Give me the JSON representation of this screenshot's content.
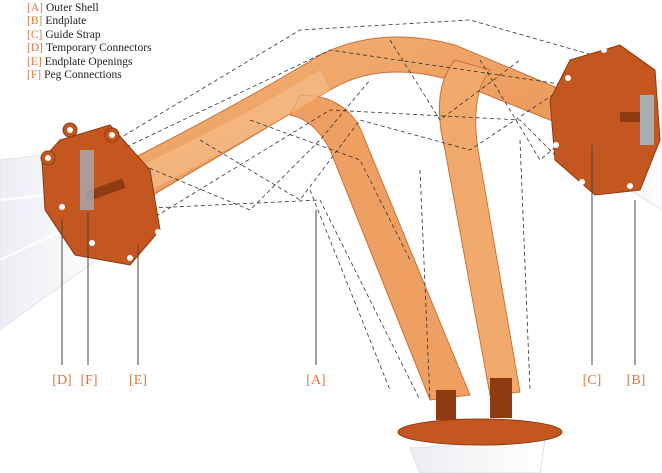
{
  "legend": [
    {
      "tag": "[A]",
      "label": "Outer Shell"
    },
    {
      "tag": "[B]",
      "label": "Endplate"
    },
    {
      "tag": "[C]",
      "label": "Guide Strap"
    },
    {
      "tag": "[D]",
      "label": "Temporary Connectors"
    },
    {
      "tag": "[E]",
      "label": "Endplate Openings"
    },
    {
      "tag": "[F]",
      "label": "Peg Connections"
    }
  ],
  "callouts": {
    "D": "[D]",
    "F": "[F]",
    "E": "[E]",
    "A": "[A]",
    "C": "[C]",
    "B": "[B]"
  },
  "colors": {
    "accent": "#d9773f",
    "strap": "#f0a464",
    "strap_dark": "#c9733a",
    "plate": "#c4561f",
    "wire": "#333333"
  }
}
